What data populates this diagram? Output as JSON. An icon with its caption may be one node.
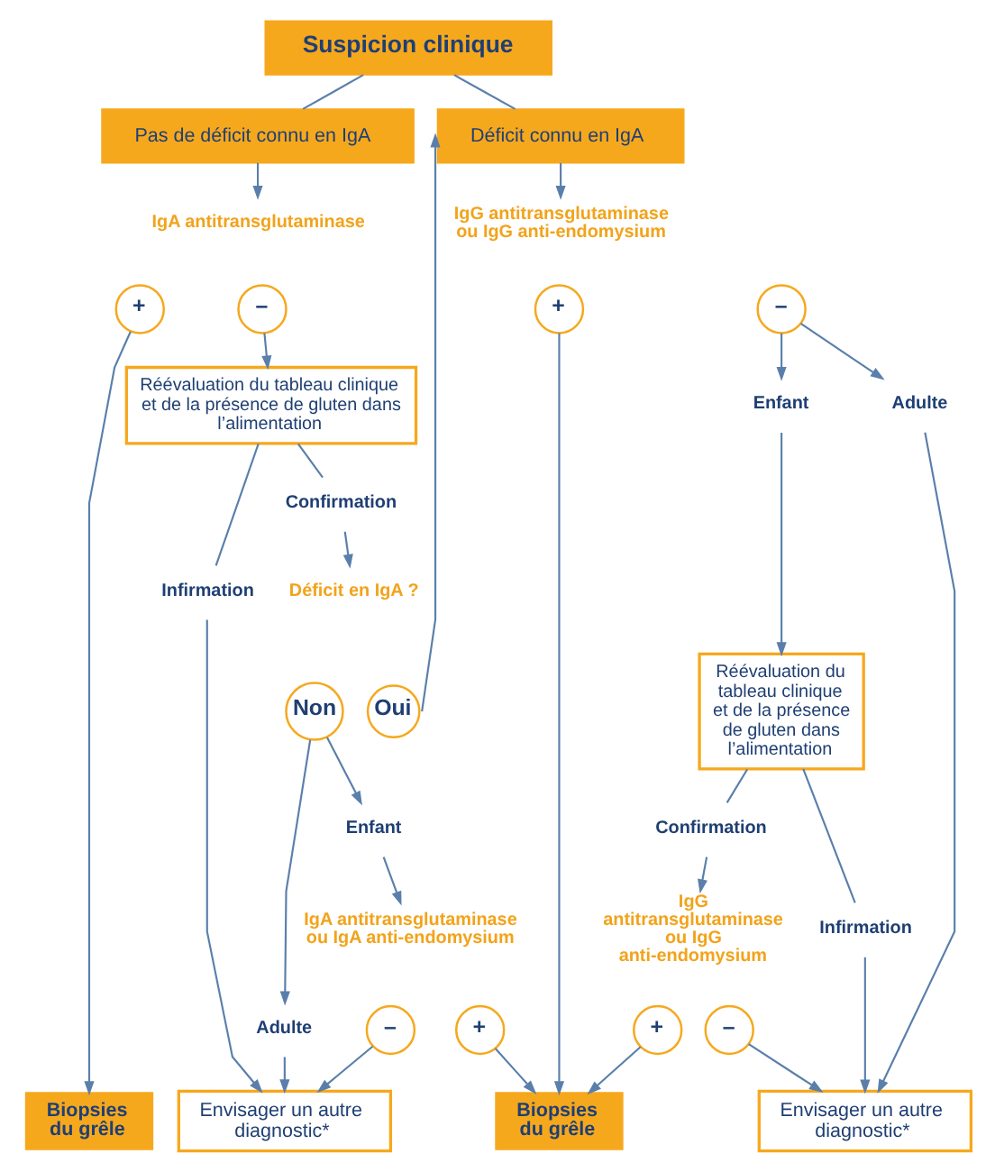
{
  "diagram": {
    "nodes": [
      {
        "text": [
          "Suspicion clinique"
        ]
      },
      {
        "text": [
          "Pas de déficit connu en IgA"
        ]
      },
      {
        "text": [
          "Déficit connu en IgA"
        ]
      },
      {
        "text": [
          "IgA antitransglutaminase"
        ]
      },
      {
        "text": [
          "IgG antitransglutaminase ou IgG anti-endomysium"
        ]
      },
      {
        "text": [
          "+"
        ]
      },
      {
        "text": [
          "–"
        ]
      },
      {
        "text": [
          "+"
        ]
      },
      {
        "text": [
          "–"
        ]
      },
      {
        "text": [
          "Réévaluation du tableau clinique et de la présence de gluten dans l’alimentation"
        ]
      },
      {
        "text": [
          "Enfant"
        ]
      },
      {
        "text": [
          "Adulte"
        ]
      },
      {
        "text": [
          "Infirmation"
        ]
      },
      {
        "text": [
          "Confirmation"
        ]
      },
      {
        "text": [
          "Réévaluation du tableau clinique et de la présence de gluten dans l’alimentation"
        ]
      },
      {
        "text": [
          "Déficit en IgA ?"
        ]
      },
      {
        "text": [
          "Confirmation"
        ]
      },
      {
        "text": [
          "Infirmation"
        ]
      },
      {
        "text": [
          "Non"
        ]
      },
      {
        "text": [
          "Oui"
        ]
      },
      {
        "text": [
          "Adulte"
        ]
      },
      {
        "text": [
          "Enfant"
        ]
      },
      {
        "text": [
          "IgG antitransglutaminase ou IgG anti-endomysium"
        ]
      },
      {
        "text": [
          "IgA antitransglutaminase ou IgA anti-endomysium"
        ]
      },
      {
        "text": [
          "–"
        ]
      },
      {
        "text": [
          "+"
        ]
      },
      {
        "text": [
          "+"
        ]
      },
      {
        "text": [
          "–"
        ]
      },
      {
        "text": [
          "Biopsies du grêle"
        ]
      },
      {
        "text": [
          "Envisager un autre diagnostic*"
        ]
      },
      {
        "text": [
          "Biopsies du grêle"
        ]
      },
      {
        "text": [
          "Envisager un autre diagnostic*"
        ]
      }
    ],
    "edges": [
      {
        "from": 0,
        "to": 1,
        "arrow": "none"
      },
      {
        "from": 0,
        "to": 2,
        "arrow": "none"
      },
      {
        "from": 1,
        "to": 3,
        "arrow": "to"
      },
      {
        "from": 2,
        "to": 4,
        "arrow": "to"
      },
      {
        "from": 5,
        "to": 28,
        "arrow": "to"
      },
      {
        "from": 6,
        "to": 9,
        "arrow": "to"
      },
      {
        "from": 7,
        "to": 30,
        "arrow": "to"
      },
      {
        "from": 8,
        "to": 10,
        "arrow": "to"
      },
      {
        "from": 8,
        "to": 11,
        "arrow": "to"
      },
      {
        "from": 9,
        "to": 12,
        "arrow": "none"
      },
      {
        "from": 9,
        "to": 13,
        "arrow": "none"
      },
      {
        "from": 10,
        "to": 14,
        "arrow": "to"
      },
      {
        "from": 11,
        "to": 31,
        "arrow": "to"
      },
      {
        "from": 12,
        "to": 29,
        "arrow": "to"
      },
      {
        "from": 13,
        "to": 15,
        "arrow": "to"
      },
      {
        "from": 14,
        "to": 16,
        "arrow": "none"
      },
      {
        "from": 14,
        "to": 17,
        "arrow": "none"
      },
      {
        "from": 19,
        "to": 2,
        "arrow": "to"
      },
      {
        "from": 18,
        "to": 20,
        "arrow": "to"
      },
      {
        "from": 18,
        "to": 21,
        "arrow": "to"
      },
      {
        "from": 16,
        "to": 22,
        "arrow": "to"
      },
      {
        "from": 17,
        "to": 31,
        "arrow": "to"
      },
      {
        "from": 20,
        "to": 29,
        "arrow": "to"
      },
      {
        "from": 21,
        "to": 23,
        "arrow": "to"
      },
      {
        "from": 24,
        "to": 29,
        "arrow": "to"
      },
      {
        "from": 25,
        "to": 30,
        "arrow": "to"
      },
      {
        "from": 26,
        "to": 30,
        "arrow": "to"
      },
      {
        "from": 27,
        "to": 31,
        "arrow": "to"
      }
    ]
  }
}
